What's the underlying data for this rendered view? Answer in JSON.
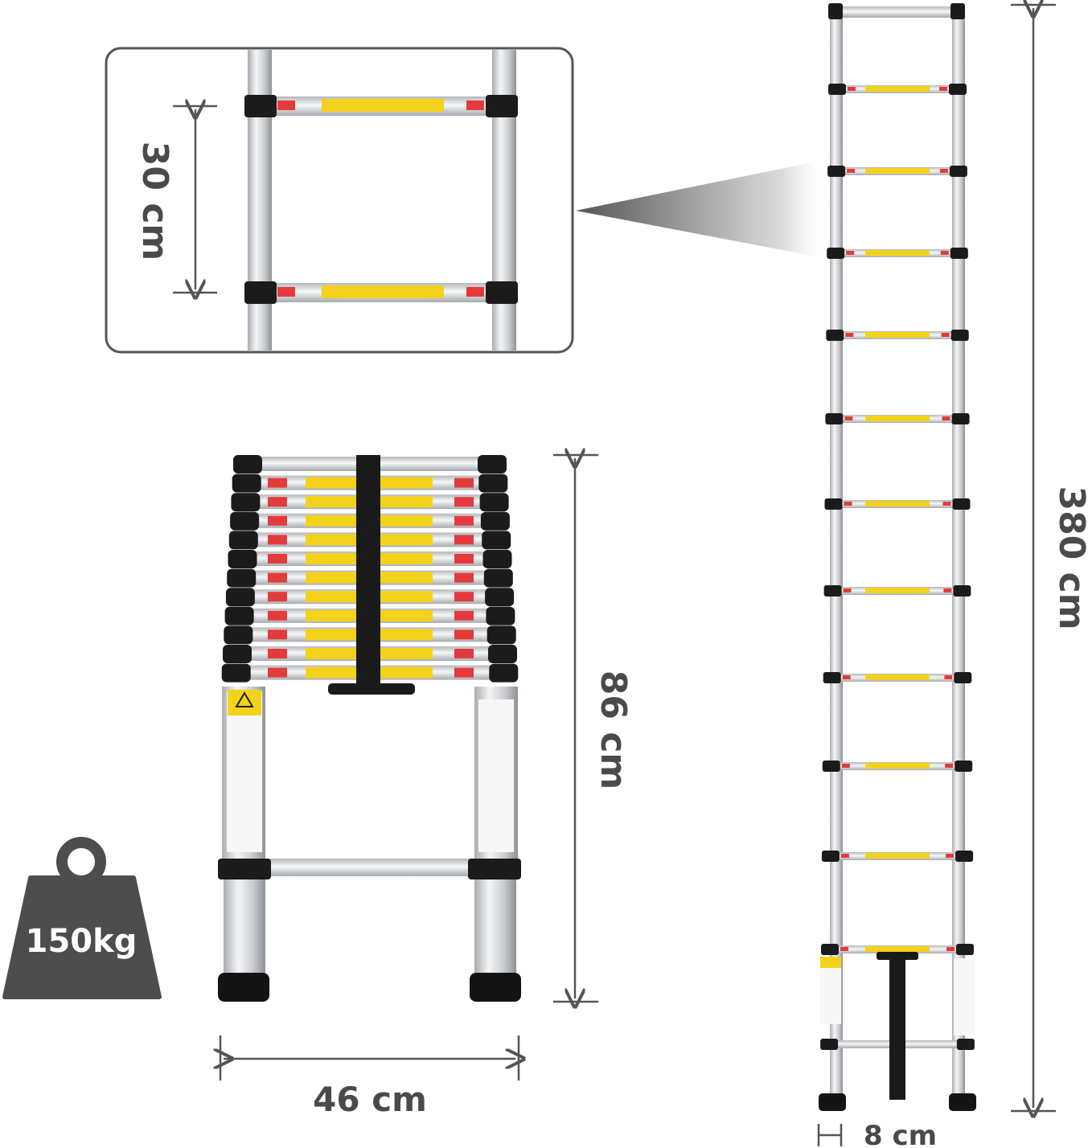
{
  "measurements": {
    "rung_spacing": "30 cm",
    "collapsed_height": "86 cm",
    "extended_height": "380 cm",
    "width": "46 cm",
    "base_depth": "8 cm"
  },
  "weight_badge": {
    "capacity": "150kg"
  },
  "colors": {
    "dimension_line": "#555555",
    "label_text": "#4a4a4a",
    "weight_icon": "#4d4d4d",
    "aluminium": "#d9dcdf",
    "rung_cap": "#1b1b1b",
    "warning_label": "#f3d21b",
    "reflector": "#e33b3b"
  },
  "icons": [
    "weight-icon",
    "warning-triangle-icon",
    "arrow-icon"
  ]
}
